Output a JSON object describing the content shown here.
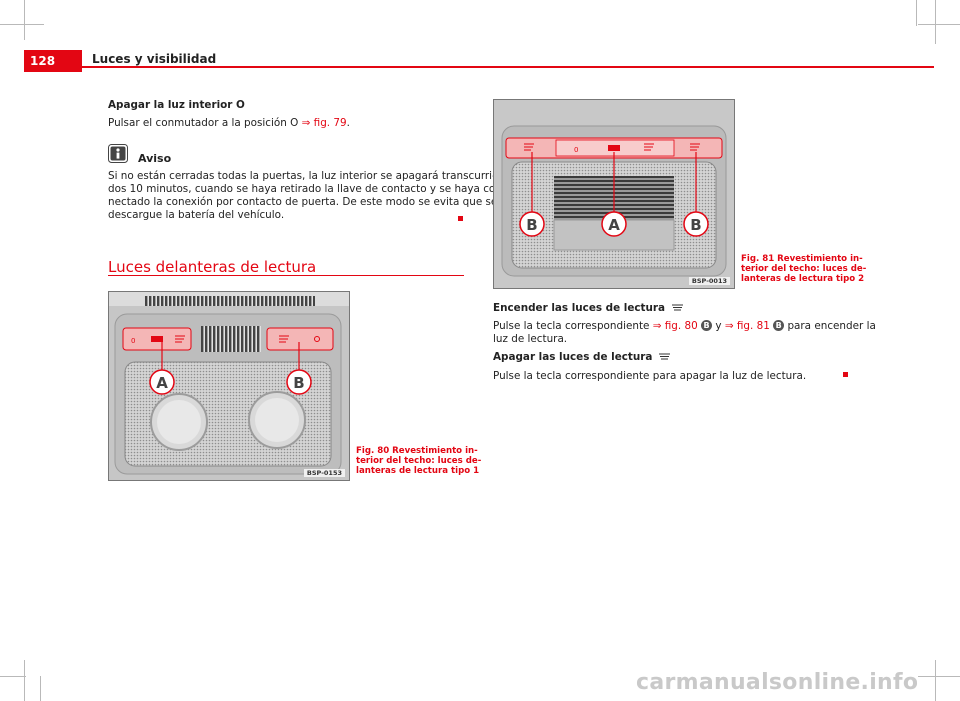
{
  "header": {
    "page_number": "128",
    "chapter": "Luces y visibilidad"
  },
  "left": {
    "off_title": "Apagar la luz interior O",
    "off_text": "Pulsar el conmutador a la posición O",
    "off_ref": "⇒ fig. 79",
    "off_end": ".",
    "note_title": "Aviso",
    "note_lines": [
      "Si no están cerradas todas la puertas, la luz interior se apagará transcurri-",
      "dos 10 minutos, cuando se haya retirado la llave de contacto y se haya co-",
      "nectado la conexión por contacto de puerta. De este modo se evita que se",
      "descargue la batería del vehículo."
    ],
    "section_title": "Luces delanteras de lectura"
  },
  "fig80": {
    "caption_lines": [
      "Fig. 80  Revestimiento in-",
      "terior del techo: luces de-",
      "lanteras de lectura tipo 1"
    ],
    "code": "BSP-0153",
    "label_a": "A",
    "label_b": "B",
    "switch_0": "0"
  },
  "fig81": {
    "caption_lines": [
      "Fig. 81  Revestimiento in-",
      "terior del techo: luces de-",
      "lanteras de lectura tipo 2"
    ],
    "code": "BSP-0013",
    "label_a": "A",
    "label_b": "B",
    "switch_0": "0"
  },
  "right": {
    "on_title": "Encender las luces de lectura",
    "on_p1": "Pulse la tecla correspondiente",
    "on_ref1": "⇒ fig. 80",
    "on_badge1": "B",
    "on_y": "y",
    "on_ref2": "⇒ fig. 81",
    "on_badge2": "B",
    "on_p1_end": "para encender la",
    "on_p2": "luz de lectura.",
    "off_title": "Apagar las luces de lectura",
    "off_text": "Pulse la tecla correspondiente para apagar la luz de lectura."
  },
  "watermark": "carmanualsonline.info",
  "colors": {
    "accent": "#e30613",
    "text": "#222222",
    "panel_gray": "#cfcfcf"
  },
  "icons": [
    "info-icon",
    "reading-light-icon"
  ]
}
